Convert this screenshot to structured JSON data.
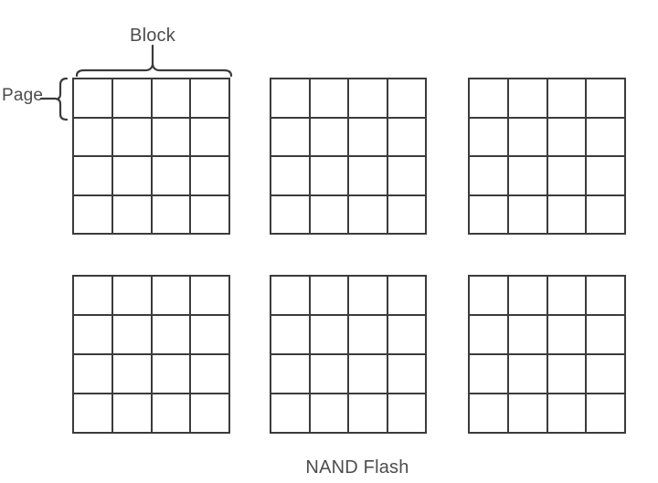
{
  "diagram": {
    "title": "NAND Flash",
    "annotations": {
      "block_label": "Block",
      "page_label": "Page"
    },
    "structure": {
      "block_rows": 2,
      "block_cols": 3,
      "pages_per_block_rows": 4,
      "pages_per_block_cols": 4
    },
    "colors": {
      "line": "#3b3b3b",
      "label_text": "#4c4c4c",
      "background": "#ffffff"
    }
  }
}
